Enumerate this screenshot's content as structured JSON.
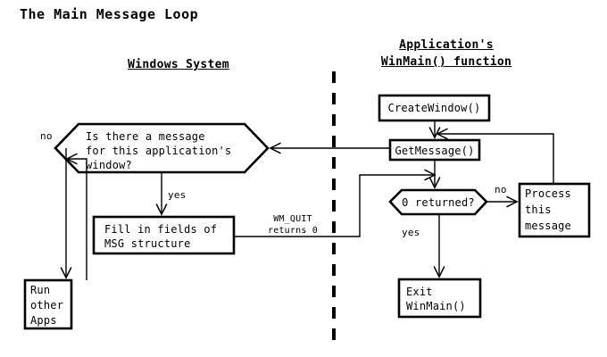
{
  "diagram": {
    "title": "The Main Message Loop",
    "columns": [
      {
        "id": "windows-system",
        "label": "Windows System"
      },
      {
        "id": "winmain",
        "label_line1": "Application's",
        "label_line2": "WinMain() function"
      }
    ],
    "divider": {
      "style": "dashed",
      "orientation": "vertical"
    },
    "nodes": [
      {
        "id": "is-there-a-message",
        "shape": "hexagon",
        "line1": "Is there a message",
        "line2": "for this application's",
        "line3": "window?"
      },
      {
        "id": "run-other-apps",
        "shape": "rect",
        "line1": "Run",
        "line2": "other",
        "line3": "Apps"
      },
      {
        "id": "fill-in-fields",
        "shape": "rect",
        "line1": "Fill in fields of",
        "line2": "MSG structure"
      },
      {
        "id": "create-window",
        "shape": "rect",
        "line1": "CreateWindow()"
      },
      {
        "id": "get-message",
        "shape": "rect",
        "line1": "GetMessage()"
      },
      {
        "id": "zero-returned",
        "shape": "hexagon",
        "line1": "0 returned?"
      },
      {
        "id": "process-this-message",
        "shape": "rect",
        "line1": "Process",
        "line2": "this",
        "line3": "message"
      },
      {
        "id": "exit-winmain",
        "shape": "rect",
        "line1": "Exit",
        "line2": "WinMain()"
      }
    ],
    "edge_labels": [
      {
        "id": "no-left",
        "text": "no"
      },
      {
        "id": "yes-left",
        "text": "yes"
      },
      {
        "id": "wm-quit",
        "line1": "WM_QUIT",
        "line2": "returns 0"
      },
      {
        "id": "no-right",
        "text": "no"
      },
      {
        "id": "yes-right",
        "text": "yes"
      }
    ],
    "colors": {
      "background": "#ffffff",
      "stroke": "#000000",
      "text": "#000000"
    }
  }
}
